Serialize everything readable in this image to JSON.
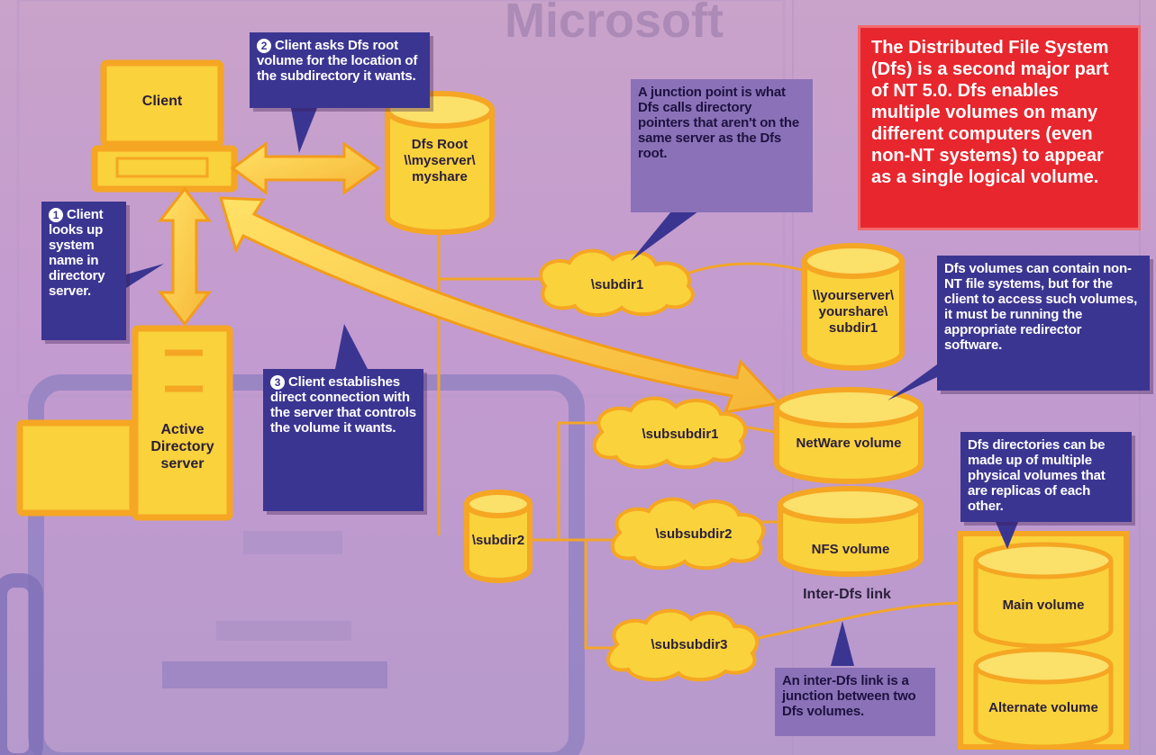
{
  "headline_fragment": "Microsoft",
  "red_box": {
    "text": "The Distributed File System (Dfs) is a second major part of NT 5.0. Dfs enables multiple volumes on many different computers (even non-NT systems) to appear as a single logical volume."
  },
  "notes": {
    "client_asks": {
      "number": "2",
      "text": "Client asks Dfs root volume for the location of the subdirectory it wants."
    },
    "lookup": {
      "number": "1",
      "text": "Client looks up system name in directory server."
    },
    "establishes": {
      "number": "3",
      "text": "Client establishes direct connection with the server that controls the volume it wants."
    },
    "junction": {
      "text": "A junction point is what Dfs calls directory pointers that aren't on the same server as the Dfs root."
    },
    "non_nt": {
      "text": "Dfs volumes can contain non-NT file systems, but for the client to access such volumes, it must be running the appropriate redirector software."
    },
    "replicas": {
      "text": "Dfs directories can be made up of multiple physical volumes that are replicas of each other."
    },
    "inter_dfs": {
      "text": "An inter-Dfs link is a junction between two Dfs volumes."
    }
  },
  "nodes": {
    "client": "Client",
    "active_directory": "Active Directory server",
    "dfs_root": {
      "line1": "Dfs Root",
      "line2": "\\\\myserver\\",
      "line3": "myshare"
    },
    "yourserver": {
      "line1": "\\\\yourserver\\",
      "line2": "yourshare\\",
      "line3": "subdir1"
    },
    "subdir1": "\\subdir1",
    "subdir2": "\\subdir2",
    "subsubdir1": "\\subsubdir1",
    "subsubdir2": "\\subsubdir2",
    "subsubdir3": "\\subsubdir3",
    "netware": "NetWare volume",
    "nfs": "NFS volume",
    "main_volume": "Main volume",
    "alternate_volume": "Alternate volume",
    "inter_dfs_link": "Inter-Dfs link"
  },
  "colors": {
    "background": "#c4a0cc",
    "shape_fill": "#f9d23c",
    "shape_outline": "#f5a623",
    "note_fill": "#3b3592",
    "red_box": "#e8262e"
  }
}
